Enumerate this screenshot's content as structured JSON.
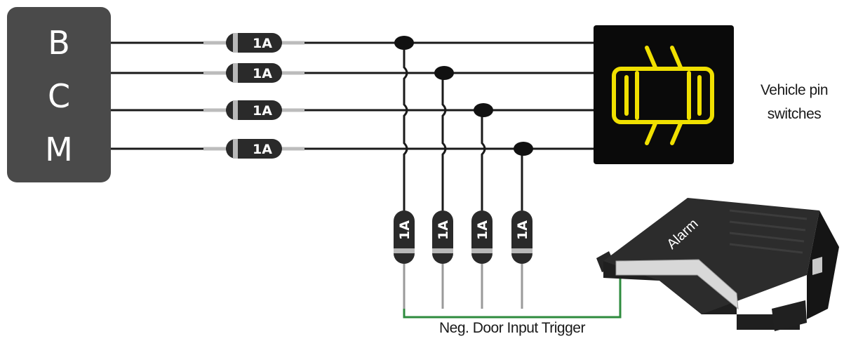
{
  "bcm": {
    "letters": [
      "B",
      "C",
      "M"
    ]
  },
  "fuse_rating": "1A",
  "switch": {
    "label_line1": "Vehicle pin",
    "label_line2": "switches",
    "icon": "door-ajar-car-icon",
    "icon_color": "#f0e000"
  },
  "alarm": {
    "label": "Alarm"
  },
  "trigger": {
    "label": "Neg. Door Input Trigger",
    "wire_color": "#2e8b3e"
  },
  "colors": {
    "bcm_bg": "#4a4a4a",
    "wire": "#1a1a1a",
    "wire_light": "#9a9a9a",
    "fuse_body": "#2a2a2a"
  }
}
